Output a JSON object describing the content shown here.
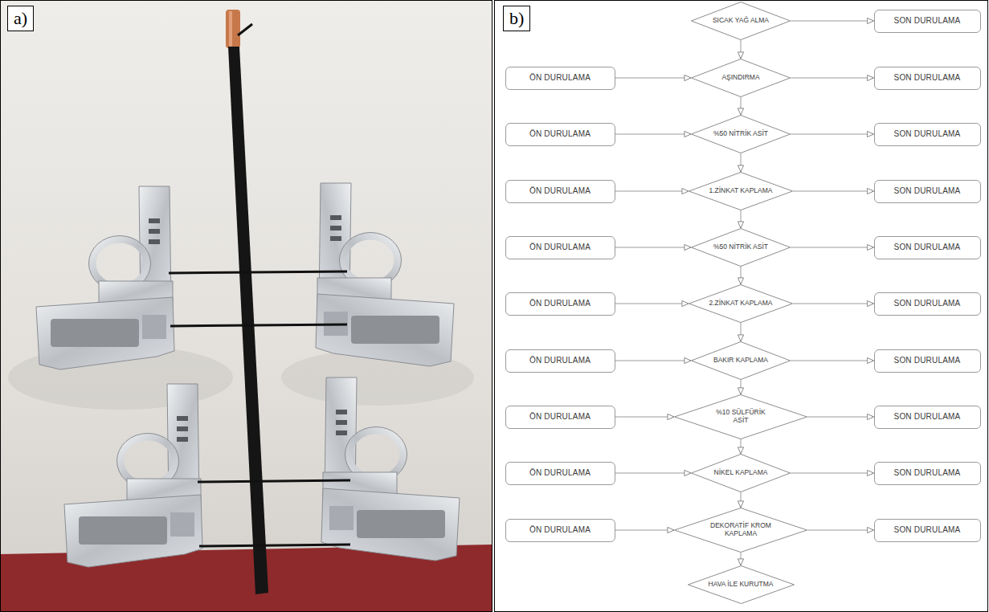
{
  "diagram": {
    "nodes": [
      {
        "text": [
          "SICAK YAĞ ALMA"
        ]
      },
      {
        "text": [
          "SON DURULAMA"
        ]
      },
      {
        "text": [
          "ÖN DURULAMA"
        ]
      },
      {
        "text": [
          "AŞINDIRMA"
        ]
      },
      {
        "text": [
          "SON DURULAMA"
        ]
      },
      {
        "text": [
          "ÖN DURULAMA"
        ]
      },
      {
        "text": [
          "%50 NİTRİK ASİT"
        ]
      },
      {
        "text": [
          "SON DURULAMA"
        ]
      },
      {
        "text": [
          "ÖN DURULAMA"
        ]
      },
      {
        "text": [
          "1.ZİNKAT KAPLAMA"
        ]
      },
      {
        "text": [
          "SON DURULAMA"
        ]
      },
      {
        "text": [
          "ÖN DURULAMA"
        ]
      },
      {
        "text": [
          "%50 NİTRİK ASİT"
        ]
      },
      {
        "text": [
          "SON DURULAMA"
        ]
      },
      {
        "text": [
          "ÖN DURULAMA"
        ]
      },
      {
        "text": [
          "2.ZİNKAT KAPLAMA"
        ]
      },
      {
        "text": [
          "SON DURULAMA"
        ]
      },
      {
        "text": [
          "ÖN DURULAMA"
        ]
      },
      {
        "text": [
          "BAKIR KAPLAMA"
        ]
      },
      {
        "text": [
          "SON DURULAMA"
        ]
      },
      {
        "text": [
          "ÖN DURULAMA"
        ]
      },
      {
        "text": [
          "%10 SÜLFÜRİK ASİT"
        ]
      },
      {
        "text": [
          "SON DURULAMA"
        ]
      },
      {
        "text": [
          "ÖN DURULAMA"
        ]
      },
      {
        "text": [
          "NİKEL KAPLAMA"
        ]
      },
      {
        "text": [
          "SON DURULAMA"
        ]
      },
      {
        "text": [
          "ÖN DURULAMA"
        ]
      },
      {
        "text": [
          "DEKORATİF KROM KAPLAMA"
        ]
      },
      {
        "text": [
          "SON DURULAMA"
        ]
      },
      {
        "text": [
          "HAVA İLE KURUTMA"
        ]
      }
    ],
    "edges": [
      {
        "from": 0,
        "to": 1,
        "arrow": "to"
      },
      {
        "from": 0,
        "to": 3,
        "arrow": "to"
      },
      {
        "from": 2,
        "to": 3,
        "arrow": "to"
      },
      {
        "from": 3,
        "to": 4,
        "arrow": "to"
      },
      {
        "from": 3,
        "to": 6,
        "arrow": "to"
      },
      {
        "from": 5,
        "to": 6,
        "arrow": "to"
      },
      {
        "from": 6,
        "to": 7,
        "arrow": "to"
      },
      {
        "from": 6,
        "to": 9,
        "arrow": "to"
      },
      {
        "from": 8,
        "to": 9,
        "arrow": "to"
      },
      {
        "from": 9,
        "to": 10,
        "arrow": "to"
      },
      {
        "from": 9,
        "to": 12,
        "arrow": "to"
      },
      {
        "from": 11,
        "to": 12,
        "arrow": "to"
      },
      {
        "from": 12,
        "to": 13,
        "arrow": "to"
      },
      {
        "from": 12,
        "to": 15,
        "arrow": "to"
      },
      {
        "from": 14,
        "to": 15,
        "arrow": "to"
      },
      {
        "from": 15,
        "to": 16,
        "arrow": "to"
      },
      {
        "from": 15,
        "to": 18,
        "arrow": "to"
      },
      {
        "from": 17,
        "to": 18,
        "arrow": "to"
      },
      {
        "from": 18,
        "to": 19,
        "arrow": "to"
      },
      {
        "from": 18,
        "to": 21,
        "arrow": "to"
      },
      {
        "from": 20,
        "to": 21,
        "arrow": "to"
      },
      {
        "from": 21,
        "to": 22,
        "arrow": "to"
      },
      {
        "from": 21,
        "to": 24,
        "arrow": "to"
      },
      {
        "from": 23,
        "to": 24,
        "arrow": "to"
      },
      {
        "from": 24,
        "to": 25,
        "arrow": "to"
      },
      {
        "from": 24,
        "to": 27,
        "arrow": "to"
      },
      {
        "from": 26,
        "to": 27,
        "arrow": "to"
      },
      {
        "from": 27,
        "to": 28,
        "arrow": "to"
      },
      {
        "from": 27,
        "to": 29,
        "arrow": "to"
      }
    ],
    "labels": [
      "a)",
      "b)"
    ]
  }
}
